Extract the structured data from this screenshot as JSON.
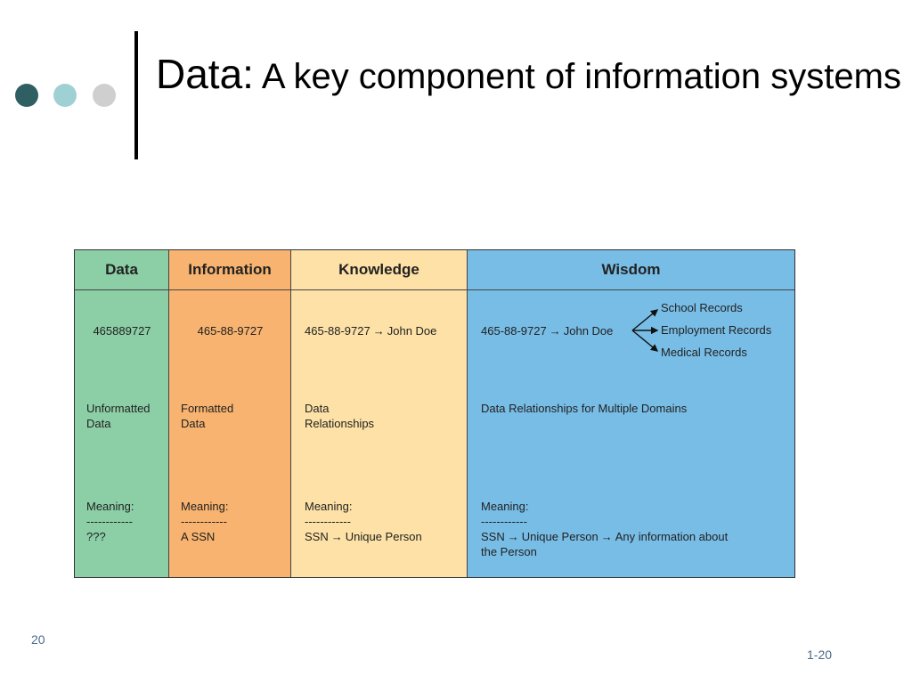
{
  "slide": {
    "title_lead": "Data:",
    "title_rest": " A key component of information systems",
    "page_number": "20",
    "slide_code": "1-20",
    "dot_colors": [
      "#2f5f63",
      "#9fd0d4",
      "#cfcfcf"
    ]
  },
  "table": {
    "columns": [
      {
        "header": "Data",
        "color": "#8ccfa6",
        "example": "465889727",
        "description": [
          "Unformatted",
          "Data"
        ],
        "meaning_label": "Meaning:",
        "meaning_rule": "------------",
        "meaning": "???"
      },
      {
        "header": "Information",
        "color": "#f7b36f",
        "example": "465-88-9727",
        "description": [
          "Formatted",
          "Data"
        ],
        "meaning_label": "Meaning:",
        "meaning_rule": "------------",
        "meaning": "A SSN"
      },
      {
        "header": "Knowledge",
        "color": "#fde1a6",
        "example_left": "465-88-9727",
        "example_arrow": "→",
        "example_right": "John Doe",
        "description": [
          "Data",
          "Relationships"
        ],
        "meaning_label": "Meaning:",
        "meaning_rule": "------------",
        "meaning_left": "SSN",
        "meaning_arrow": "→",
        "meaning_right": "Unique Person"
      },
      {
        "header": "Wisdom",
        "color": "#78bde6",
        "example_left": "465-88-9727",
        "example_arrow": "→",
        "example_right": "John Doe",
        "branches": [
          "School Records",
          "Employment Records",
          "Medical Records"
        ],
        "description": "Data Relationships for Multiple Domains",
        "meaning_label": "Meaning:",
        "meaning_rule": "------------",
        "meaning_a": "SSN",
        "meaning_arrow1": "→",
        "meaning_b": "Unique Person",
        "meaning_arrow2": "→",
        "meaning_c": "Any information about",
        "meaning_line2": "the Person"
      }
    ]
  }
}
